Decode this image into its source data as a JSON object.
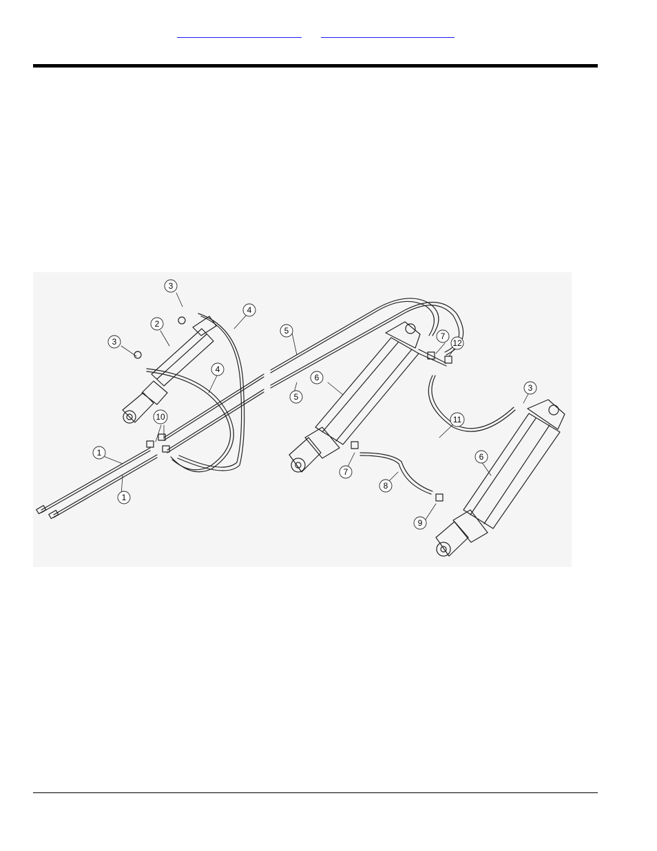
{
  "header": {
    "link_left": "",
    "link_right": ""
  },
  "diagram": {
    "callouts": [
      {
        "id": "c3a",
        "label": "3"
      },
      {
        "id": "c4a",
        "label": "4"
      },
      {
        "id": "c2",
        "label": "2"
      },
      {
        "id": "c3b",
        "label": "3"
      },
      {
        "id": "c5a",
        "label": "5"
      },
      {
        "id": "c4b",
        "label": "4"
      },
      {
        "id": "c5b",
        "label": "5"
      },
      {
        "id": "c6a",
        "label": "6"
      },
      {
        "id": "c7a",
        "label": "7"
      },
      {
        "id": "c12",
        "label": "12"
      },
      {
        "id": "c3c",
        "label": "3"
      },
      {
        "id": "c10",
        "label": "10"
      },
      {
        "id": "c1a",
        "label": "1"
      },
      {
        "id": "c1b",
        "label": "1"
      },
      {
        "id": "c11",
        "label": "11"
      },
      {
        "id": "c6b",
        "label": "6"
      },
      {
        "id": "c7b",
        "label": "7"
      },
      {
        "id": "c8",
        "label": "8"
      },
      {
        "id": "c9",
        "label": "9"
      }
    ]
  }
}
